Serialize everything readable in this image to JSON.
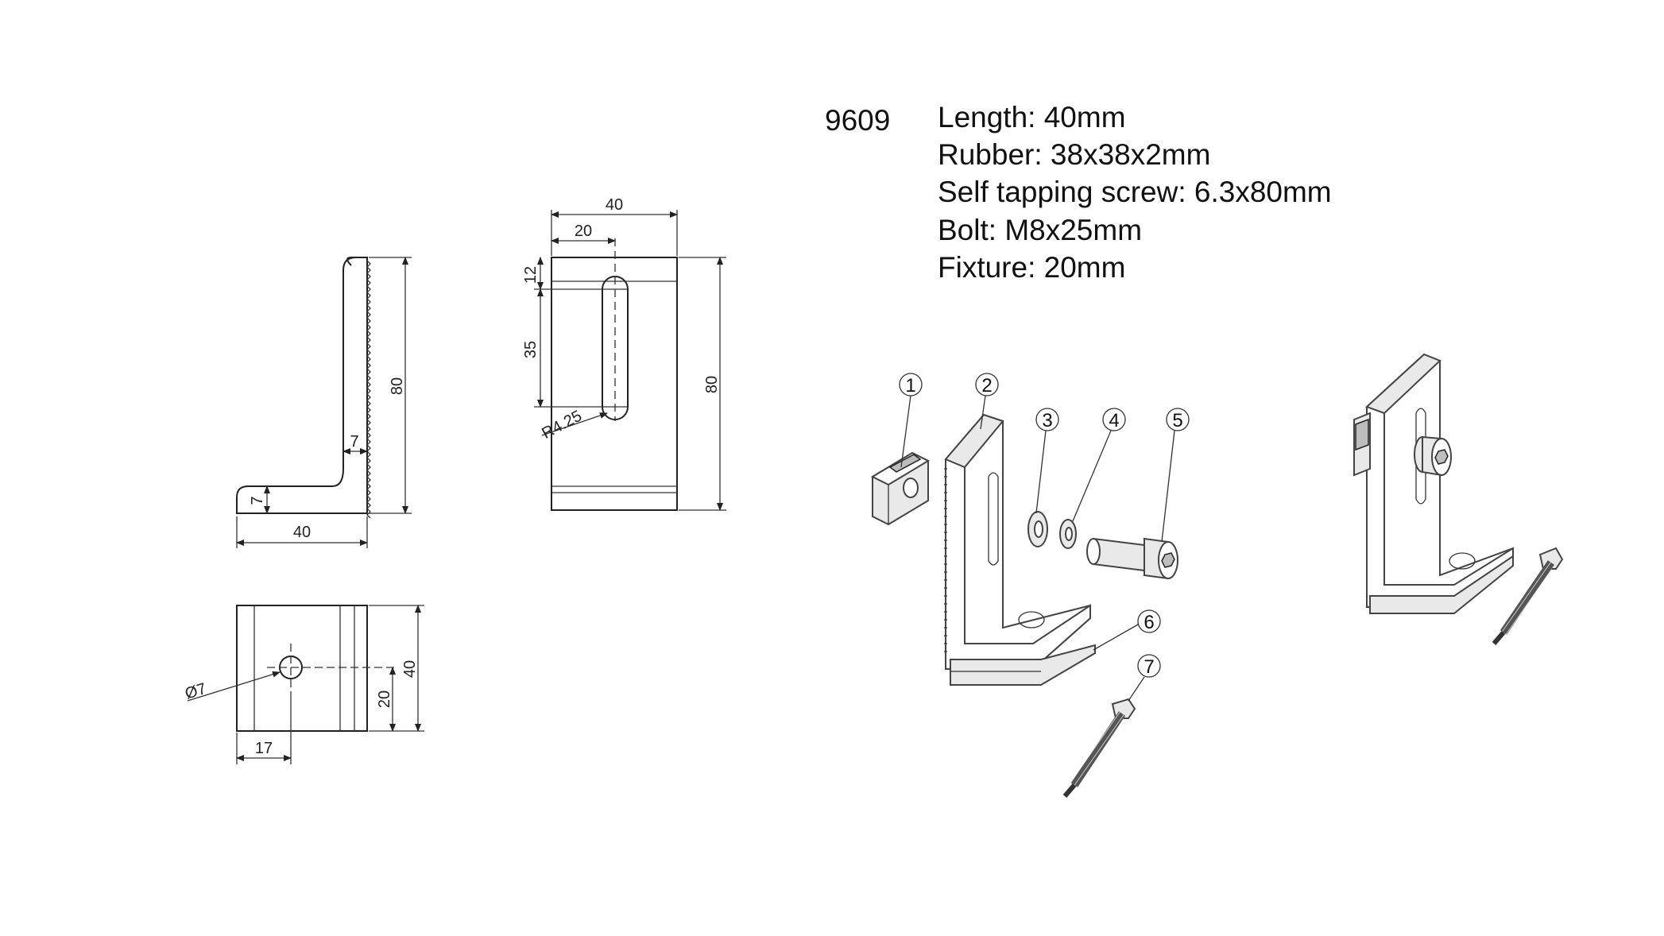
{
  "model": {
    "number": "9609"
  },
  "specs": [
    "Length: 40mm",
    "Rubber: 38x38x2mm",
    "Self tapping screw: 6.3x80mm",
    "Bolt: M8x25mm",
    "Fixture: 20mm"
  ],
  "side_view": {
    "height": "80",
    "thickness_vertical": "7",
    "thickness_base": "7",
    "base_length": "40"
  },
  "front_view": {
    "width": "40",
    "slot_offset": "20",
    "top_offset": "12",
    "slot_length": "35",
    "height": "80",
    "slot_radius": "R4.25"
  },
  "bottom_view": {
    "hole_diameter": "Ø7",
    "depth": "40",
    "hole_offset_y": "20",
    "hole_offset_x": "17"
  },
  "callouts": [
    "1",
    "2",
    "3",
    "4",
    "5",
    "6",
    "7"
  ]
}
